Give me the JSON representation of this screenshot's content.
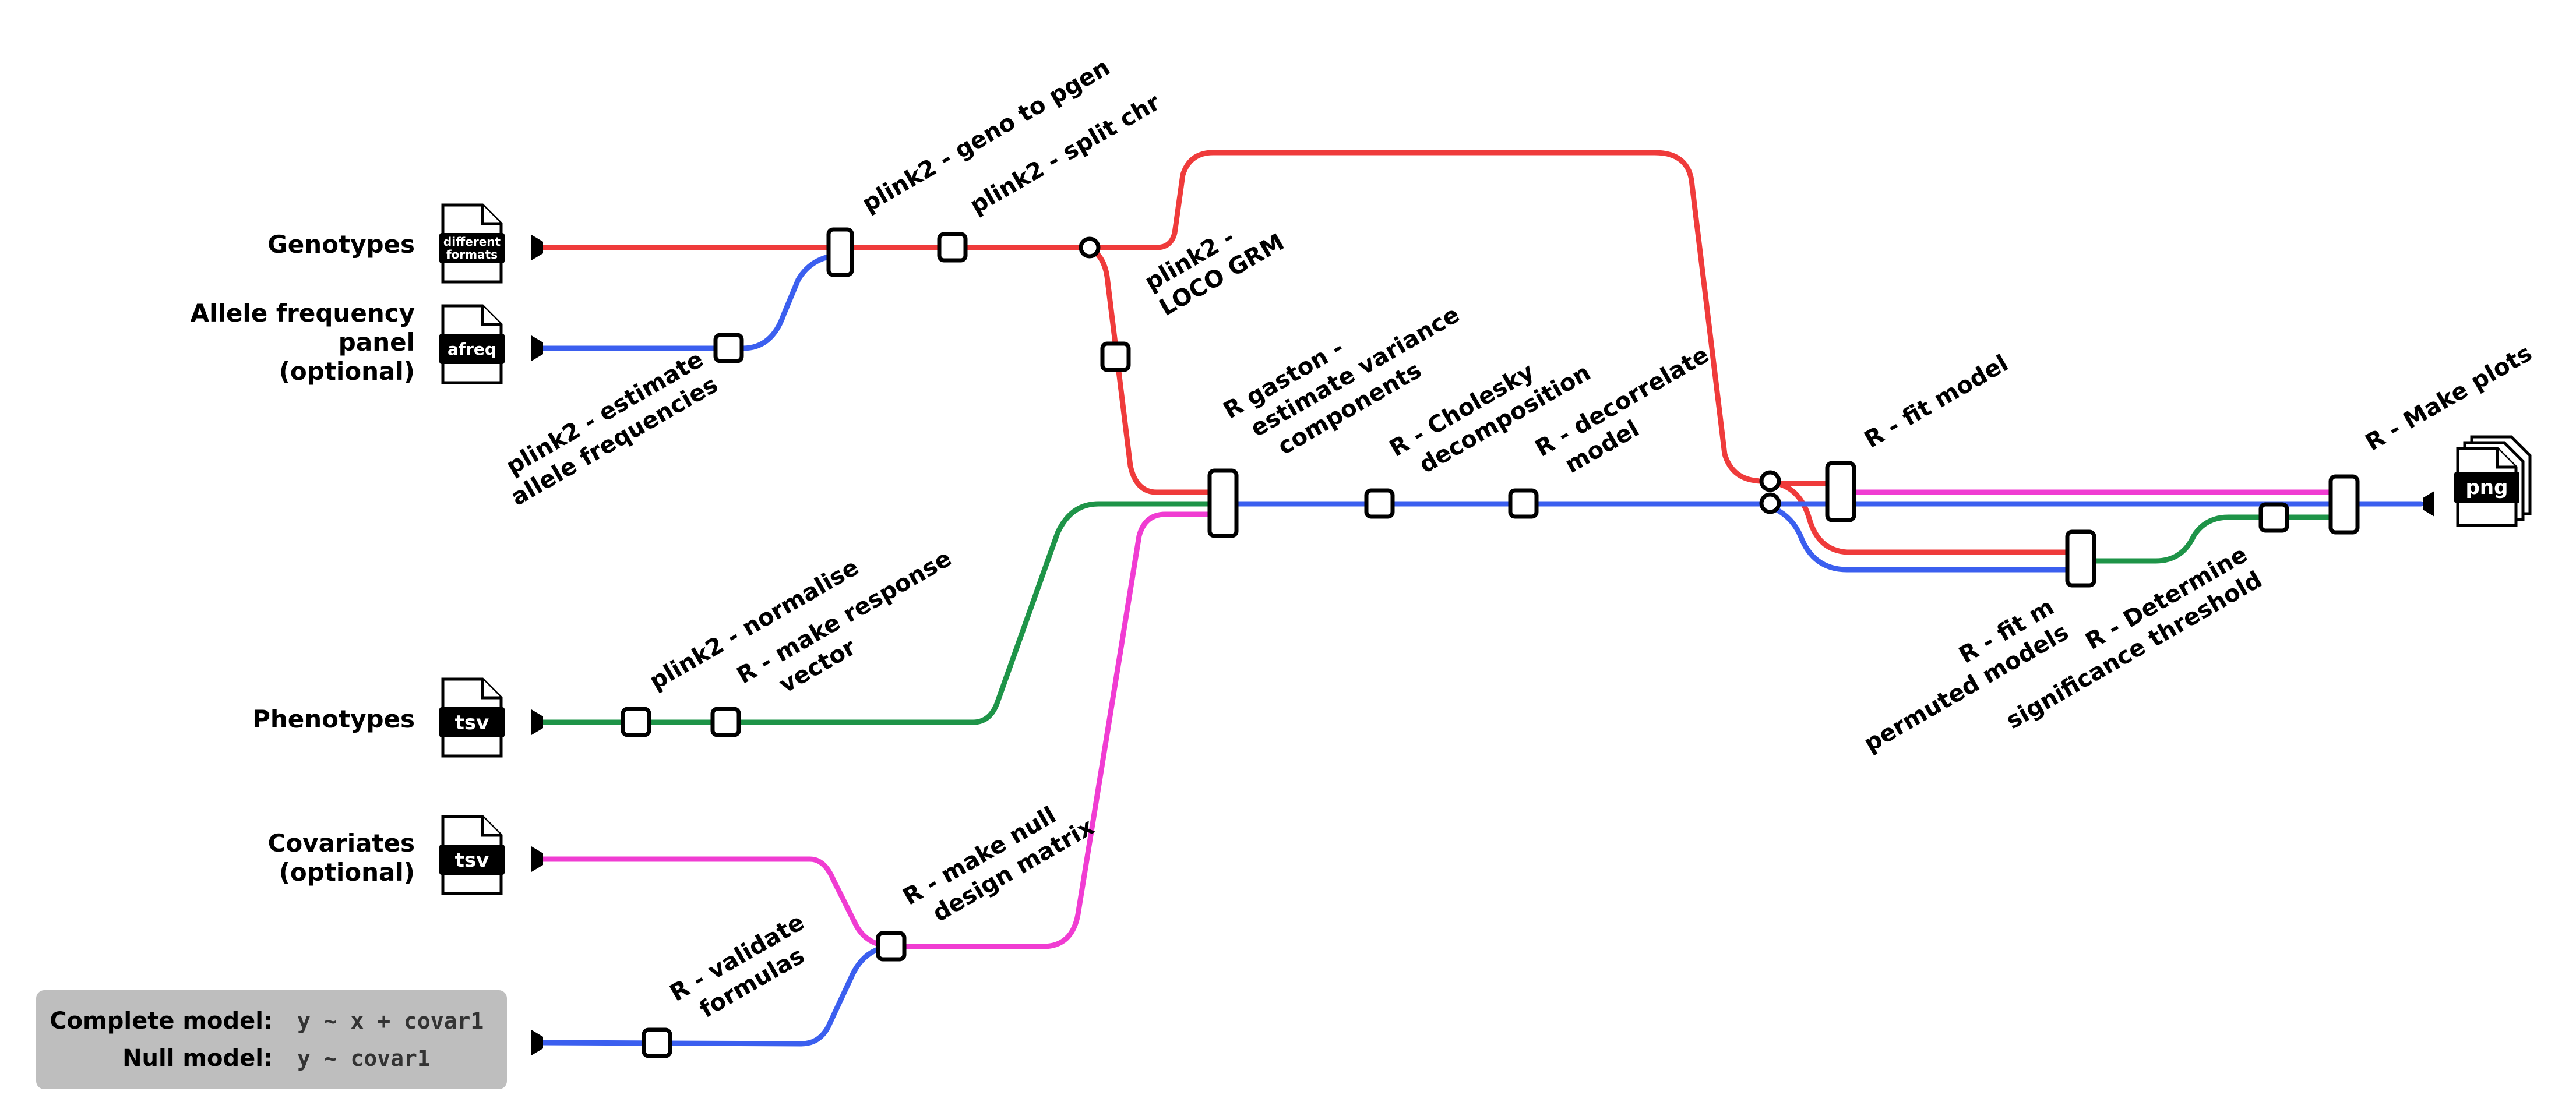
{
  "colors": {
    "red": "#EF3B3B",
    "blue": "#3B5FEF",
    "green": "#1E9448",
    "pink": "#F03CD2",
    "formula_box": "#BEBEBE"
  },
  "inputs": {
    "genotypes": {
      "label": "Genotypes",
      "file": [
        "different",
        "formats"
      ]
    },
    "allele": {
      "label": [
        "Allele frequency",
        "panel",
        "(optional)"
      ],
      "file": "afreq"
    },
    "phenotypes": {
      "label": "Phenotypes",
      "file": "tsv"
    },
    "covariates": {
      "label": [
        "Covariates",
        "(optional)"
      ],
      "file": "tsv"
    }
  },
  "formulas": {
    "complete_label": "Complete model:",
    "complete_value": "y ~ x + covar1",
    "null_label": "Null model:",
    "null_value": "y ~ covar1"
  },
  "steps": {
    "geno_to_pgen": "plink2 - geno to pgen",
    "split_chr": "plink2 - split chr",
    "estimate_freq": [
      "plink2 - estimate",
      "allele frequencies"
    ],
    "loco_grm": [
      "plink2 -",
      "LOCO GRM"
    ],
    "normalise": "plink2 - normalise",
    "response_vector": [
      "R - make response",
      "vector"
    ],
    "gaston": [
      "R gaston -",
      "estimate variance",
      "components"
    ],
    "cholesky": [
      "R - Cholesky",
      "decomposition"
    ],
    "decorrelate": [
      "R - decorrelate",
      "model"
    ],
    "validate_formulas": [
      "R - validate",
      "formulas"
    ],
    "null_design": [
      "R - make null",
      "design matrix"
    ],
    "fit_model": "R - fit model",
    "fit_permuted": [
      "R - fit m",
      "permuted models"
    ],
    "significance": [
      "R - Determine",
      "significance threshold"
    ],
    "make_plots": "R - Make plots"
  },
  "output": {
    "file": "png"
  }
}
